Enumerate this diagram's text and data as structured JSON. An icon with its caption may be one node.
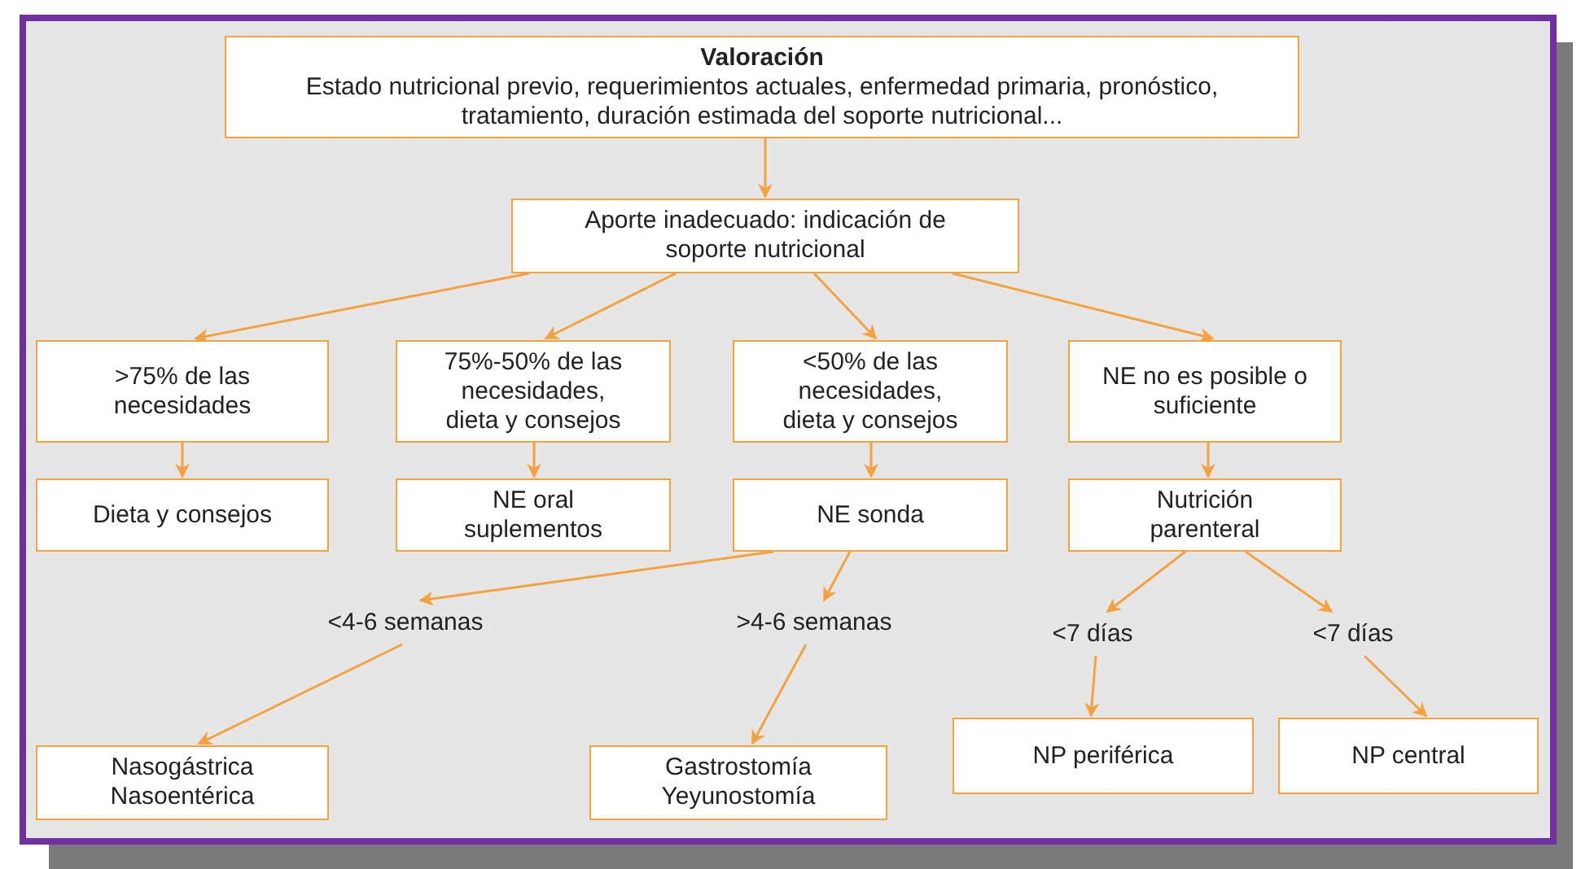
{
  "diagram": {
    "nodes": [
      {
        "text": [
          "Valoración",
          "Estado nutricional previo, requerimientos actuales, enfermedad primaria, pronóstico, tratamiento, duración estimada del soporte nutricional..."
        ]
      },
      {
        "text": [
          "Aporte inadecuado: indicación de soporte nutricional"
        ]
      },
      {
        "text": [
          ">75% de las necesidades"
        ]
      },
      {
        "text": [
          "75%-50% de las necesidades, dieta y consejos"
        ]
      },
      {
        "text": [
          "<50% de las necesidades, dieta y consejos"
        ]
      },
      {
        "text": [
          "NE no es posible o suficiente"
        ]
      },
      {
        "text": [
          "Dieta y consejos"
        ]
      },
      {
        "text": [
          "NE oral suplementos"
        ]
      },
      {
        "text": [
          "NE sonda"
        ]
      },
      {
        "text": [
          "Nutrición parenteral"
        ]
      },
      {
        "text": [
          "<4-6 semanas"
        ]
      },
      {
        "text": [
          ">4-6 semanas"
        ]
      },
      {
        "text": [
          "<7 días"
        ]
      },
      {
        "text": [
          "<7 días"
        ]
      },
      {
        "text": [
          "Nasogástrica Nasoentérica"
        ]
      },
      {
        "text": [
          "Gastrostomía Yeyunostomía"
        ]
      },
      {
        "text": [
          "NP periférica"
        ]
      },
      {
        "text": [
          "NP central"
        ]
      }
    ],
    "edges": [
      {
        "from": 0,
        "to": 1,
        "arrow": "to"
      },
      {
        "from": 1,
        "to": 2,
        "arrow": "to"
      },
      {
        "from": 1,
        "to": 3,
        "arrow": "to"
      },
      {
        "from": 1,
        "to": 4,
        "arrow": "to"
      },
      {
        "from": 1,
        "to": 5,
        "arrow": "to"
      },
      {
        "from": 2,
        "to": 6,
        "arrow": "to"
      },
      {
        "from": 3,
        "to": 7,
        "arrow": "to"
      },
      {
        "from": 4,
        "to": 8,
        "arrow": "to"
      },
      {
        "from": 5,
        "to": 9,
        "arrow": "to"
      },
      {
        "from": 8,
        "to": 10,
        "arrow": "to"
      },
      {
        "from": 8,
        "to": 11,
        "arrow": "to"
      },
      {
        "from": 9,
        "to": 12,
        "arrow": "to"
      },
      {
        "from": 9,
        "to": 13,
        "arrow": "to"
      },
      {
        "from": 10,
        "to": 14,
        "arrow": "to"
      },
      {
        "from": 11,
        "to": 15,
        "arrow": "to"
      },
      {
        "from": 12,
        "to": 16,
        "arrow": "to"
      },
      {
        "from": 13,
        "to": 17,
        "arrow": "to"
      }
    ]
  }
}
